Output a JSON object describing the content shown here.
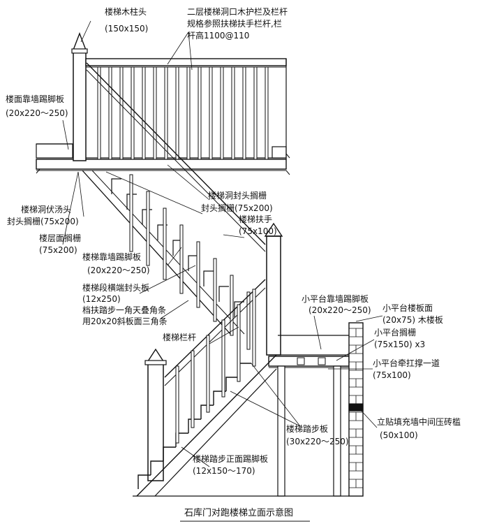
{
  "title": "石库门对跑楼梯立面示意图",
  "labels": {
    "newel_post": "楼梯木柱头",
    "newel_post_size": "(150x150)",
    "top_guard_1": "二层楼梯洞口木护栏及栏杆",
    "top_guard_2": "规格参照扶梯扶手栏杆,栏",
    "top_guard_3": "杆高1100@110",
    "wall_skirting": "楼面靠墙踢脚板",
    "wall_skirting_size": "(20x220～250)",
    "stair_well_trim_1": "楼梯洞伏汤头",
    "stair_well_trim_2": "封头搁栅(75x200)",
    "floor_joist": "楼层面搁栅",
    "floor_joist_size": "(75x200)",
    "hole_header_joist_1": "楼梯洞封头搁栅",
    "hole_header_joist_2": "封头搁栅(75x200)",
    "handrail": "楼梯扶手",
    "handrail_size": "(75x100)",
    "stair_wall_skirting": "楼梯靠墙踢脚板",
    "stair_wall_skirting_size": "(20x220～250)",
    "flight_end_board": "楼梯段横端封头板",
    "flight_end_board_size": "(12x250)",
    "stop_strip_1": "档扶踏步一角天叠角条",
    "stop_strip_2": "用20x20斜板面三角条",
    "baluster": "楼梯栏杆",
    "landing_skirting": "小平台靠墙踢脚板",
    "landing_skirting_size": "(20x220～250)",
    "landing_floor_board": "小平台楼板面",
    "landing_floor_board_size": "(20x75) 木楼板",
    "landing_joist": "小平台搁栅",
    "landing_joist_size": "(75x150) x3",
    "landing_beam": "小平台牵扛撑一道",
    "landing_beam_size": "(75x100)",
    "infill_wall_strip": "立贴填充墙中间压砖槛",
    "infill_wall_strip_size": "(50x100)",
    "tread": "楼梯踏步板",
    "tread_size": "(30x220～250)",
    "riser": "楼梯踏步正面踢脚板",
    "riser_size": "(12x150～170)"
  }
}
